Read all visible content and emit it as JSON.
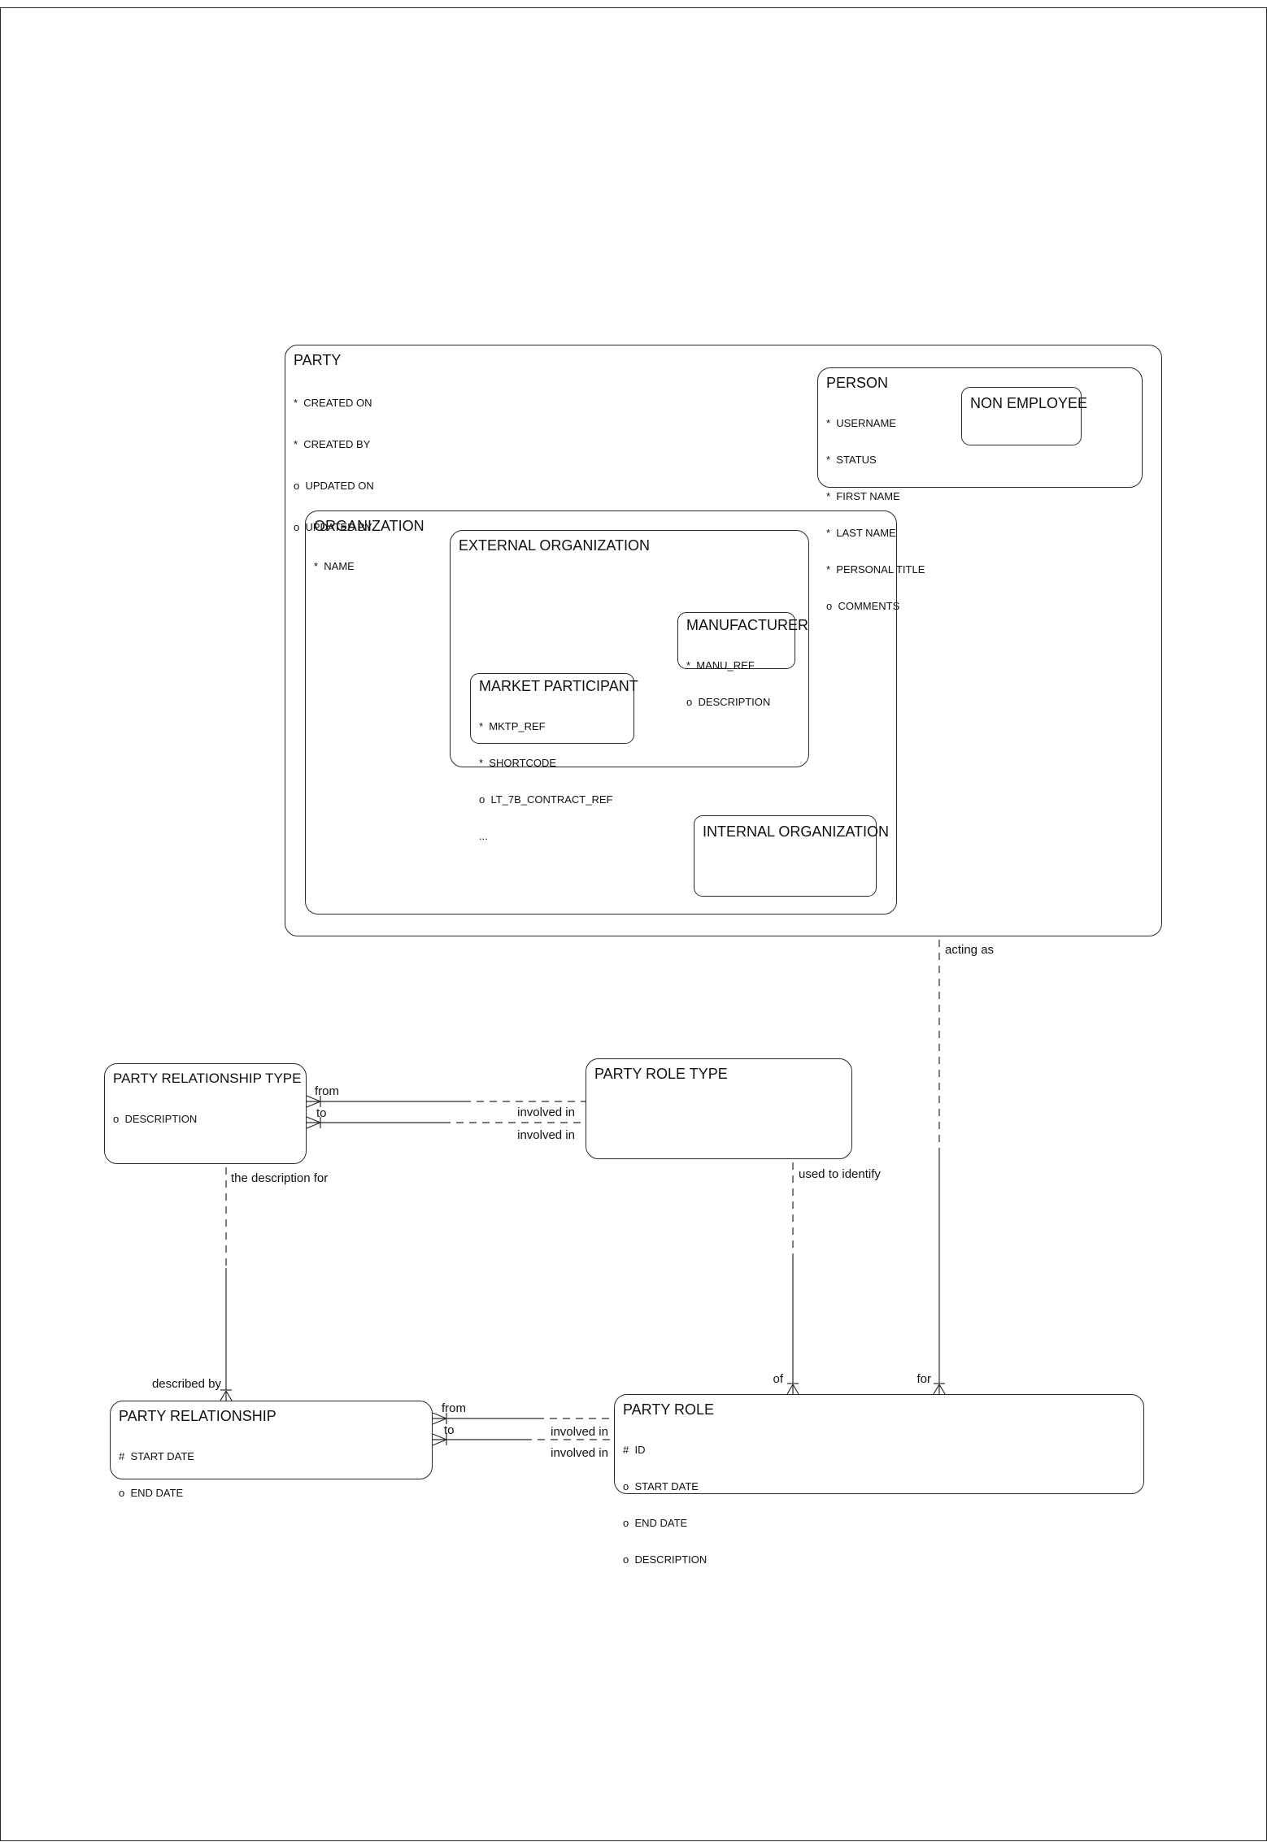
{
  "diagram": {
    "entities": {
      "party": {
        "title": "PARTY",
        "attrs": [
          "*  CREATED ON",
          "*  CREATED BY",
          "o  UPDATED ON",
          "o  UPDATED BY"
        ]
      },
      "person": {
        "title": "PERSON",
        "attrs": [
          "*  USERNAME",
          "*  STATUS",
          "*  FIRST NAME",
          "*  LAST NAME",
          "*  PERSONAL TITLE",
          "o  COMMENTS"
        ]
      },
      "non_employee": {
        "title": "NON EMPLOYEE"
      },
      "organization": {
        "title": "ORGANIZATION",
        "attrs": [
          "*  NAME"
        ]
      },
      "external_organization": {
        "title": "EXTERNAL ORGANIZATION"
      },
      "manufacturer": {
        "title": "MANUFACTURER",
        "attrs": [
          "*  MANU_REF",
          "o  DESCRIPTION"
        ]
      },
      "market_participant": {
        "title": "MARKET PARTICIPANT",
        "attrs": [
          "*  MKTP_REF",
          "*  SHORTCODE",
          "o  LT_7B_CONTRACT_REF",
          "..."
        ]
      },
      "internal_organization": {
        "title": "INTERNAL ORGANIZATION"
      },
      "party_relationship_type": {
        "title": "PARTY RELATIONSHIP TYPE",
        "attrs": [
          "o  DESCRIPTION"
        ]
      },
      "party_role_type": {
        "title": "PARTY ROLE TYPE"
      },
      "party_relationship": {
        "title": "PARTY RELATIONSHIP",
        "attrs": [
          "#  START DATE",
          "o  END DATE"
        ]
      },
      "party_role": {
        "title": "PARTY ROLE",
        "attrs": [
          "#  ID",
          "o  START DATE",
          "o  END DATE",
          "o  DESCRIPTION"
        ]
      }
    },
    "relationship_labels": {
      "acting_as": "acting as",
      "for": "for",
      "used_to_identify": "used to identify",
      "of": "of",
      "the_description_for": "the description for",
      "described_by": "described by",
      "type_from": "from",
      "type_to": "to",
      "type_involved_in_from": "involved in",
      "type_involved_in_to": "involved in",
      "rel_from": "from",
      "rel_to": "to",
      "rel_involved_in_from": "involved in",
      "rel_involved_in_to": "involved in"
    }
  }
}
